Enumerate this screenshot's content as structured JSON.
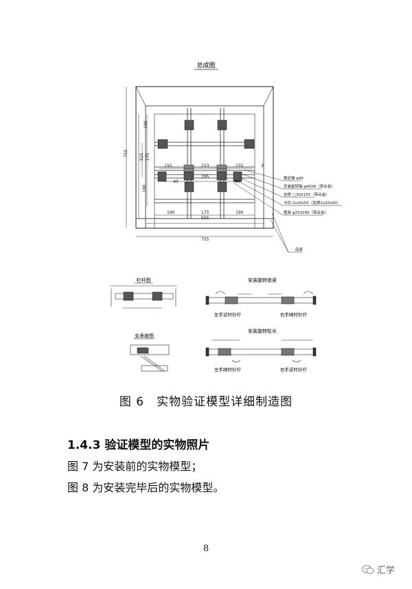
{
  "drawing": {
    "main_title": "总成图",
    "dims": {
      "d190a": "190",
      "d515": "515",
      "d175": "175",
      "d755v": "755",
      "d190b": "190",
      "d155l": "155",
      "d223": "223",
      "d155r": "155",
      "d3": "3",
      "d40l": "40",
      "d295": "295",
      "d40r": "40",
      "d190c": "190",
      "d175h": "175",
      "d190d": "190",
      "d555": "555",
      "d755h": "755"
    },
    "callouts": [
      "稳定轴 φ40",
      "安装旋转轴 φ40X8（带合金）",
      "支撑  □30X155（带合金）",
      "卡扣  2x20x50（加焊2x20x40）",
      "框架 φ25X295（带合金）",
      "底座"
    ],
    "sub_titles": {
      "rod_view": "栏杆图",
      "tighten": "安装旋转锁紧",
      "base_view": "支承座图",
      "loosen": "安装旋转松长"
    },
    "rotation_labels": {
      "left_ccw": "左手逆时针拧",
      "right_cw": "右手顺时针拧",
      "left_cw": "左手顺时针拧",
      "right_ccw": "右手逆时针拧"
    }
  },
  "caption": "图 6　实物验证模型详细制造图",
  "section": {
    "heading": "1.4.3 验证模型的实物照片",
    "lines": [
      "图 7 为安装前的实物模型；",
      "图 8 为安装完毕后的实物模型。"
    ]
  },
  "page_number": "8",
  "watermark": "汇学"
}
